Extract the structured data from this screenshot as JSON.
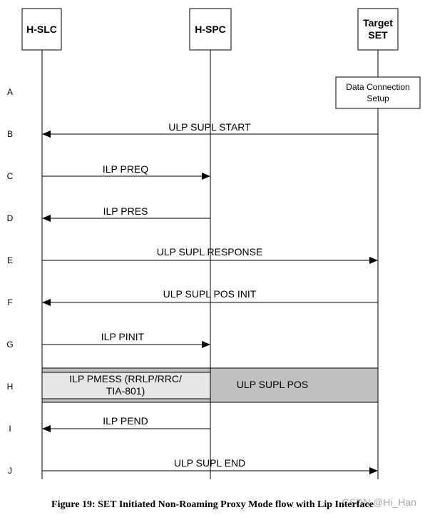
{
  "entities": {
    "hslc": "H-SLC",
    "hspc": "H-SPC",
    "target_line1": "Target",
    "target_line2": "SET"
  },
  "steps": [
    "A",
    "B",
    "C",
    "D",
    "E",
    "F",
    "G",
    "H",
    "I",
    "J"
  ],
  "data_connection": {
    "line1": "Data Connection",
    "line2": "Setup"
  },
  "messages": {
    "ulp_supl_start": "ULP SUPL START",
    "ilp_preq": "ILP PREQ",
    "ilp_pres": "ILP PRES",
    "ulp_supl_response": "ULP SUPL RESPONSE",
    "ulp_supl_pos_init": "ULP SUPL POS INIT",
    "ilp_pinit": "ILP PINIT",
    "ilp_pmess_line1": "ILP PMESS (RRLP/RRC/",
    "ilp_pmess_line2": "TIA-801)",
    "ulp_supl_pos": "ULP SUPL POS",
    "ilp_pend": "ILP PEND",
    "ulp_supl_end": "ULP SUPL END"
  },
  "caption": "Figure 19: SET Initiated Non-Roaming Proxy Mode flow with Lip Interface",
  "watermark": "CSDN @Hi_Han",
  "colors": {
    "pos_band": "#c0c0c0",
    "pmess_box": "#e6e6e6"
  }
}
